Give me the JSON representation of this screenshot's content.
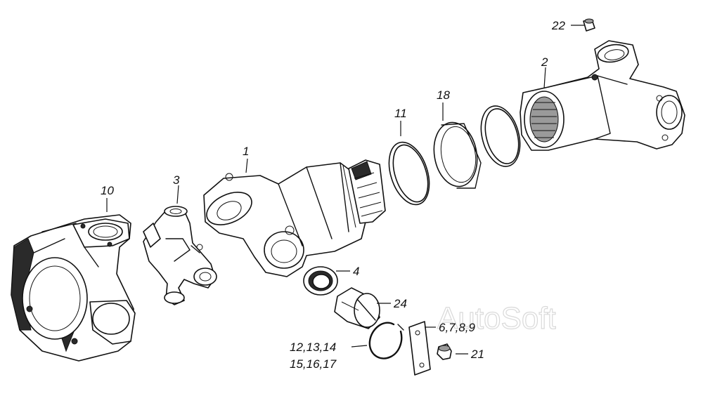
{
  "watermark": "AutoSoft",
  "callouts": {
    "c1": "1",
    "c2": "2",
    "c3": "3",
    "c4": "4",
    "c10": "10",
    "c11": "11",
    "c18": "18",
    "c21": "21",
    "c22": "22",
    "c24": "24",
    "c6789": "6,7,8,9",
    "c121314": "12,13,14",
    "c151617": "15,16,17"
  }
}
